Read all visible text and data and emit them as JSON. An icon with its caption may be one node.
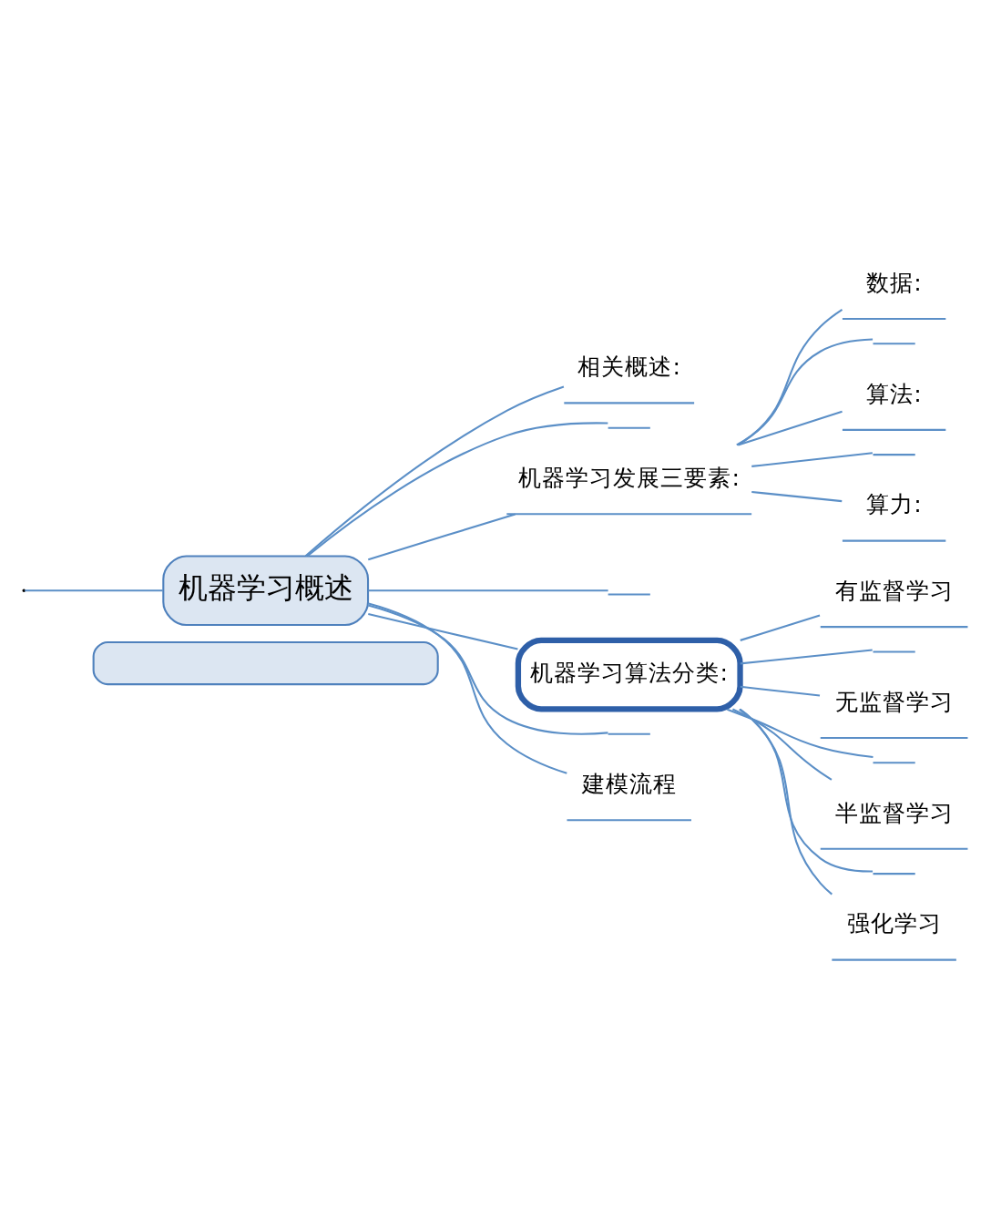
{
  "diagram": {
    "nodes": [
      {
        "text": [
          "机器学习概述"
        ]
      },
      {
        "text": [
          "相关概述:"
        ]
      },
      {
        "text": [],
        "shape": "bar"
      },
      {
        "text": [
          "机器学习发展三要素:"
        ]
      },
      {
        "text": [
          "数据:"
        ]
      },
      {
        "text": [],
        "shape": "bar"
      },
      {
        "text": [
          "算法:"
        ]
      },
      {
        "text": [],
        "shape": "bar"
      },
      {
        "text": [
          "算力:"
        ]
      },
      {
        "text": [],
        "shape": "bar"
      },
      {
        "text": [
          "机器学习算法分类:"
        ]
      },
      {
        "text": [
          "有监督学习"
        ]
      },
      {
        "text": [],
        "shape": "bar"
      },
      {
        "text": [
          "无监督学习"
        ]
      },
      {
        "text": [],
        "shape": "bar"
      },
      {
        "text": [
          "半监督学习"
        ]
      },
      {
        "text": [],
        "shape": "bar"
      },
      {
        "text": [
          "强化学习"
        ]
      },
      {
        "text": [],
        "shape": "bar"
      },
      {
        "text": [
          "建模流程"
        ]
      },
      {
        "text": [],
        "shape": "box"
      }
    ],
    "edges": [
      {
        "from": null,
        "to": 0,
        "arrow": "none"
      },
      {
        "from": 0,
        "to": 1,
        "arrow": "none"
      },
      {
        "from": 0,
        "to": 2,
        "arrow": "none"
      },
      {
        "from": 0,
        "to": 3,
        "arrow": "none"
      },
      {
        "from": 3,
        "to": 4,
        "arrow": "none"
      },
      {
        "from": 3,
        "to": 5,
        "arrow": "none"
      },
      {
        "from": 3,
        "to": 6,
        "arrow": "none"
      },
      {
        "from": 3,
        "to": 7,
        "arrow": "none"
      },
      {
        "from": 3,
        "to": 8,
        "arrow": "none"
      },
      {
        "from": 0,
        "to": 9,
        "arrow": "none"
      },
      {
        "from": 0,
        "to": 10,
        "arrow": "none"
      },
      {
        "from": 10,
        "to": 11,
        "arrow": "none"
      },
      {
        "from": 10,
        "to": 12,
        "arrow": "none"
      },
      {
        "from": 10,
        "to": 13,
        "arrow": "none"
      },
      {
        "from": 10,
        "to": 14,
        "arrow": "none"
      },
      {
        "from": 10,
        "to": 15,
        "arrow": "none"
      },
      {
        "from": 10,
        "to": 16,
        "arrow": "none"
      },
      {
        "from": 10,
        "to": 17,
        "arrow": "none"
      },
      {
        "from": 0,
        "to": 18,
        "arrow": "none"
      },
      {
        "from": 0,
        "to": 19,
        "arrow": "none"
      }
    ]
  }
}
